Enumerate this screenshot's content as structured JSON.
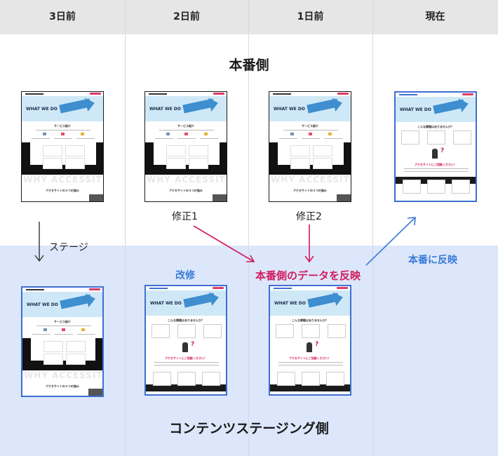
{
  "columns": [
    {
      "label": "3日前"
    },
    {
      "label": "2日前"
    },
    {
      "label": "1日前"
    },
    {
      "label": "現在"
    }
  ],
  "sections": {
    "production": "本番側",
    "staging": "コンテンツステージング側"
  },
  "labels": {
    "fix1": "修正1",
    "fix2": "修正2",
    "stage": "ステージ",
    "revise": "改修",
    "reflect_staging": "本番側のデータを反映",
    "reflect_production": "本番に反映"
  },
  "thumb_text": {
    "hero": "WHAT WE DO",
    "service": "サービス紹介",
    "strength": "アクセサイトの３つの強み",
    "why": "WHY ACCESSITE",
    "trouble": "こんな課題はありませんか？",
    "consult": "アクセサイトにご相談ください！"
  },
  "colors": {
    "header_bg": "#e6e6e6",
    "staging_bg": "#dce7fb",
    "blue": "#3a7bd5",
    "red": "#d11b5c",
    "arrow_dark": "#333333"
  }
}
